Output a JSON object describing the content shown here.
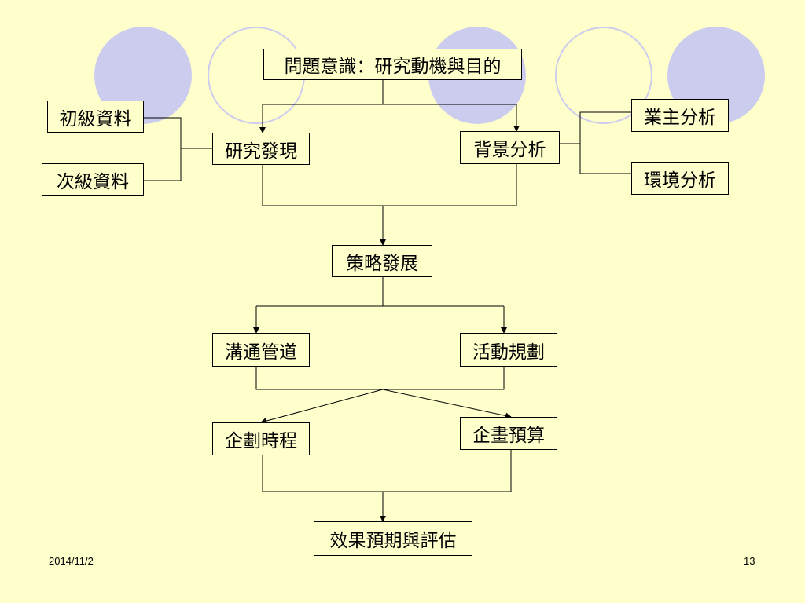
{
  "background_color": "#FFFFCC",
  "decoration_color": "#CCCCEE",
  "nodes": {
    "problem": "問題意識：研究動機與目的",
    "primary_data": "初級資料",
    "secondary_data": "次級資料",
    "findings": "研究發現",
    "background": "背景分析",
    "owner": "業主分析",
    "environment": "環境分析",
    "strategy": "策略發展",
    "channel": "溝通管道",
    "activity": "活動規劃",
    "schedule": "企劃時程",
    "budget": "企畫預算",
    "evaluation": "效果預期與評估"
  },
  "footer": {
    "date": "2014/11/2",
    "page_number": "13"
  }
}
